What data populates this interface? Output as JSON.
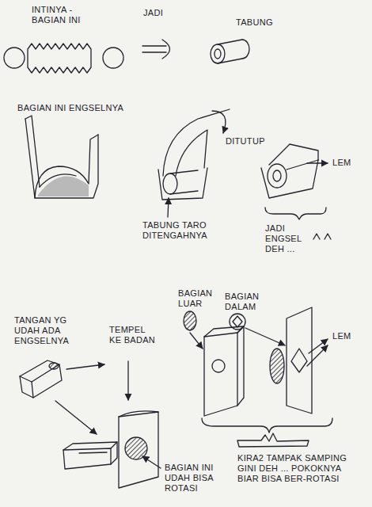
{
  "diagram": {
    "labels": [
      "INTINYA - BAGIAN INI",
      "JADI",
      "TABUNG",
      "BAGIAN INI ENGSELNYA",
      "DITUTUP",
      "TABUNG TARO DITENGAHNYA",
      "LEM",
      "JADI ENGSEL DEH ...",
      "TANGAN YG UDAH ADA ENGSELNYA",
      "TEMPEL KE BADAN",
      "BAGIAN LUAR",
      "BAGIAN DALAM",
      "LEM",
      "BAGIAN INI UDAH BISA ROTASI",
      "KIRA2 TAMPAK SAMPING GINI DEH ... POKOKNYA BIAR BISA BER-ROTASI"
    ]
  }
}
